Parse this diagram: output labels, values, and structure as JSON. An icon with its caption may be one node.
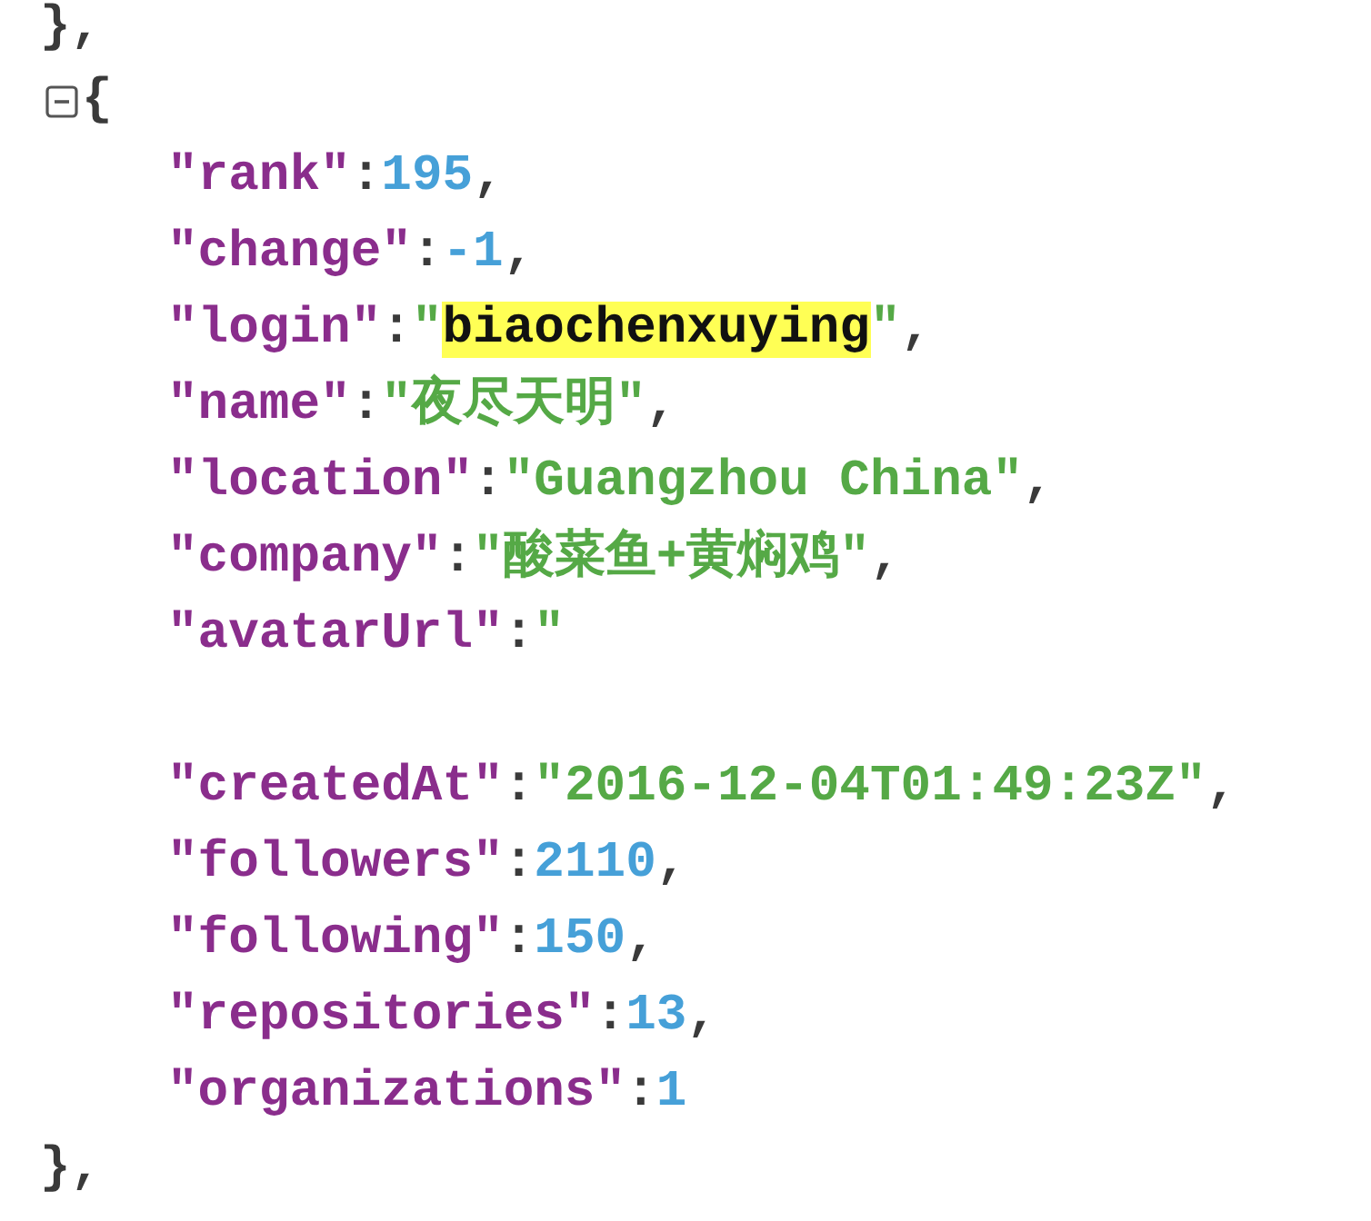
{
  "diagram": {
    "labels": [
      "},",
      "{",
      "\"rank\":195,",
      "\"change\":-1,",
      "\"login\":\"biaochenxuying\",",
      "\"name\":\"夜尽天明\",",
      "\"location\":\"Guangzhou China\",",
      "\"company\":\"酸菜鱼+黄焖鸡\",",
      "\"avatarUrl\":\"",
      "\"createdAt\":\"2016-12-04T01:49:23Z\",",
      "\"followers\":2110,",
      "\"following\":150,",
      "\"repositories\":13,",
      "\"organizations\":1",
      "},"
    ]
  }
}
